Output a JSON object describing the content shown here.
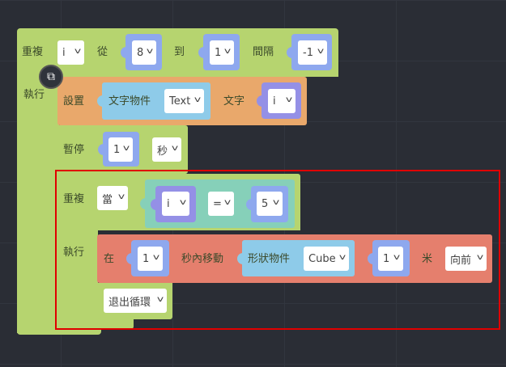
{
  "outer_repeat": {
    "label": "重複",
    "var": "i",
    "from_label": "從",
    "from": "8",
    "to_label": "到",
    "to": "1",
    "step_label": "間隔",
    "step": "-1",
    "do_label": "執行"
  },
  "set_text": {
    "label": "設置",
    "object_label": "文字物件",
    "object": "Text",
    "text_label": "文字",
    "value": "i"
  },
  "pause": {
    "label": "暫停",
    "value": "1",
    "unit": "秒"
  },
  "inner_repeat": {
    "label": "重複",
    "mode": "當",
    "left": "i",
    "op": "=",
    "right": "5",
    "do_label": "執行"
  },
  "move": {
    "at_label": "在",
    "seconds": "1",
    "action_label": "秒內移動",
    "object_label": "形狀物件",
    "object": "Cube",
    "distance": "1",
    "unit_label": "米",
    "direction": "向前"
  },
  "break": {
    "value": "退出循環"
  },
  "colors": {
    "highlight": "#e00000"
  }
}
